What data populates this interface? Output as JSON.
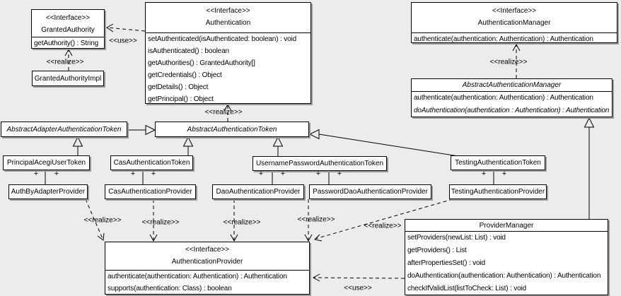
{
  "diagram": {
    "kind": "UML class diagram",
    "background_color": "#ececec",
    "box_fill": "#ffffff",
    "line_color": "#000000",
    "shadow_color": "#9b9b9b"
  },
  "classes": {
    "granted_authority": {
      "stereotype": "<<Interface>>",
      "name": "GrantedAuthority",
      "methods": [
        "getAuthority() : String"
      ]
    },
    "granted_authority_impl": {
      "name": "GrantedAuthorityImpl"
    },
    "authentication": {
      "stereotype": "<<Interface>>",
      "name": "Authentication",
      "methods": [
        "setAuthenticated(isAuthenticated: boolean) : void",
        "isAuthenticated() : boolean",
        "getAuthorities() : GrantedAuthority[]",
        "getCredentials() : Object",
        "getDetails() : Object",
        "getPrincipal() : Object"
      ]
    },
    "authentication_manager": {
      "stereotype": "<<Interface>>",
      "name": "AuthenticationManager",
      "methods": [
        "authenticate(authentication: Authentication) : Authentication"
      ]
    },
    "abstract_authentication_manager": {
      "name": "AbstractAuthenticationManager",
      "methods": [
        "authenticate(authentication: Authentication) : Authentication",
        "doAuthentication(authentication : Authentication) : Authentication"
      ]
    },
    "abstract_adapter_authentication_token": {
      "name": "AbstractAdapterAuthenticationToken"
    },
    "abstract_authentication_token": {
      "name": "AbstractAuthenticationToken"
    },
    "principal_acegi_user_token": {
      "name": "PrincipalAcegiUserToken"
    },
    "cas_authentication_token": {
      "name": "CasAuthenticationToken"
    },
    "username_password_authentication_token": {
      "name": "UsernamePasswordAuthenticationToken"
    },
    "testing_authentication_token": {
      "name": "TestingAuthenticationToken"
    },
    "auth_by_adapter_provider": {
      "name": "AuthByAdapterProvider"
    },
    "cas_authentication_provider": {
      "name": "CasAuthenticationProvider"
    },
    "dao_authentication_provider": {
      "name": "DaoAuthenticationProvider"
    },
    "password_dao_authentication_provider": {
      "name": "PasswordDaoAuthenticationProvider"
    },
    "testing_authentication_provider": {
      "name": "TestingAuthenticationProvider"
    },
    "authentication_provider": {
      "stereotype": "<<Interface>>",
      "name": "AuthenticationProvider",
      "methods": [
        "authenticate(authentication: Authentication) : Authentication",
        "supports(authentication: Class) : boolean"
      ]
    },
    "provider_manager": {
      "name": "ProviderManager",
      "methods": [
        "setProviders(newList: List) : void",
        "getProviders() : List",
        "afterPropertiesSet() : void",
        "doAuthentication(authentication: Authentication) : Authentication",
        "checkIfValidList(listToCheck: List) : void"
      ]
    }
  },
  "edge_labels": {
    "use": "<<use>>",
    "realize": "<<realize>>"
  },
  "symbols": {
    "plus": "+"
  }
}
